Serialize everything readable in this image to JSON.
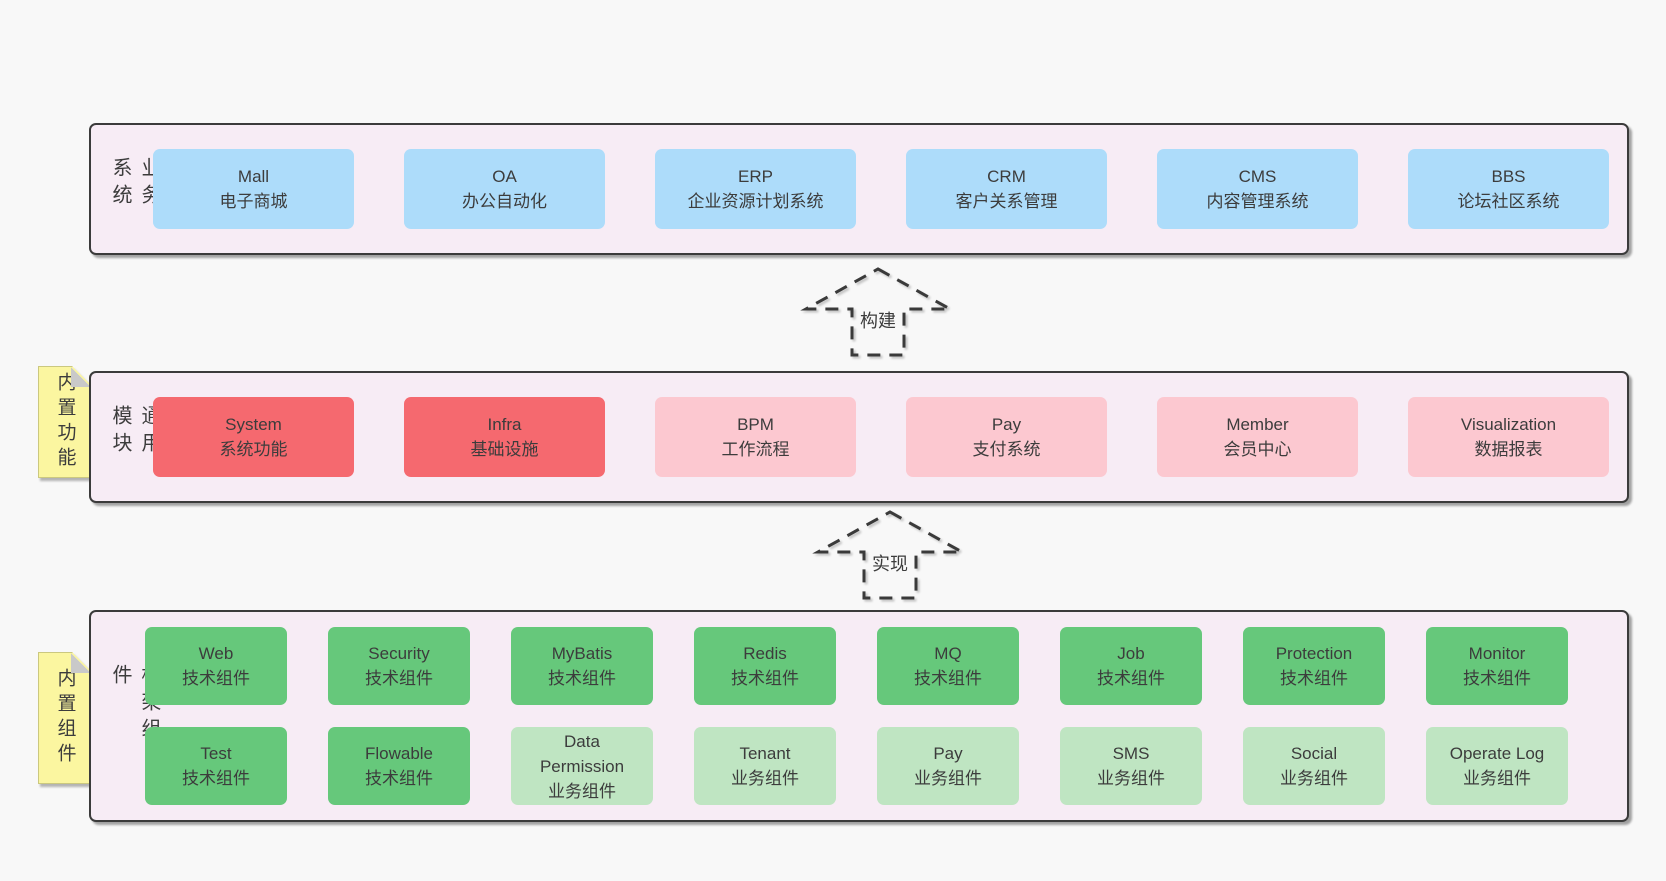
{
  "colors": {
    "page_bg": "#f8f8f8",
    "section_bg": "#f7ecf5",
    "section_border": "#3b3b3b",
    "blue_box": "#addcfa",
    "red_box": "#f5696f",
    "pink_box": "#fcc8d0",
    "green_box": "#66c87b",
    "light_green_box": "#bfe5c2",
    "note_yellow": "#fbf6a0",
    "note_fold_gray": "#c9c9c9",
    "text": "#3c3c3c"
  },
  "arrows": [
    {
      "label": "构建"
    },
    {
      "label": "实现"
    }
  ],
  "sections": [
    {
      "label": "业务系统",
      "boxes": [
        {
          "en": "Mall",
          "zh": "电子商城"
        },
        {
          "en": "OA",
          "zh": "办公自动化"
        },
        {
          "en": "ERP",
          "zh": "企业资源计划系统"
        },
        {
          "en": "CRM",
          "zh": "客户关系管理"
        },
        {
          "en": "CMS",
          "zh": "内容管理系统"
        },
        {
          "en": "BBS",
          "zh": "论坛社区系统"
        }
      ]
    },
    {
      "label": "通用模块",
      "note": "内置功能",
      "boxes": [
        {
          "en": "System",
          "zh": "系统功能"
        },
        {
          "en": "Infra",
          "zh": "基础设施"
        },
        {
          "en": "BPM",
          "zh": "工作流程"
        },
        {
          "en": "Pay",
          "zh": "支付系统"
        },
        {
          "en": "Member",
          "zh": "会员中心"
        },
        {
          "en": "Visualization",
          "zh": "数据报表"
        }
      ]
    },
    {
      "label": "框架组件",
      "note": "内置组件",
      "rows": [
        [
          {
            "en": "Web",
            "zh": "技术组件"
          },
          {
            "en": "Security",
            "zh": "技术组件"
          },
          {
            "en": "MyBatis",
            "zh": "技术组件"
          },
          {
            "en": "Redis",
            "zh": "技术组件"
          },
          {
            "en": "MQ",
            "zh": "技术组件"
          },
          {
            "en": "Job",
            "zh": "技术组件"
          },
          {
            "en": "Protection",
            "zh": "技术组件"
          },
          {
            "en": "Monitor",
            "zh": "技术组件"
          }
        ],
        [
          {
            "en": "Test",
            "zh": "技术组件"
          },
          {
            "en": "Flowable",
            "zh": "技术组件"
          },
          {
            "en": "Data Permission",
            "zh": "业务组件"
          },
          {
            "en": "Tenant",
            "zh": "业务组件"
          },
          {
            "en": "Pay",
            "zh": "业务组件"
          },
          {
            "en": "SMS",
            "zh": "业务组件"
          },
          {
            "en": "Social",
            "zh": "业务组件"
          },
          {
            "en": "Operate Log",
            "zh": "业务组件"
          }
        ]
      ]
    }
  ]
}
